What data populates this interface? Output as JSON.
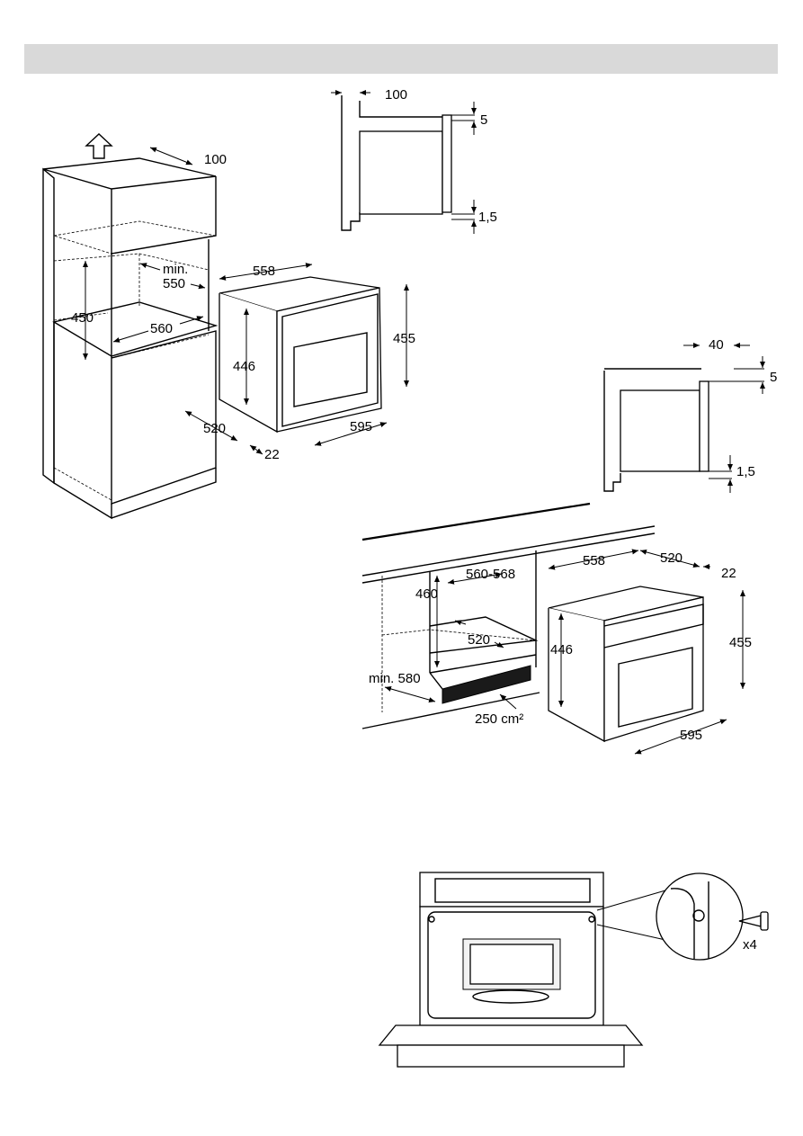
{
  "header": {
    "title": ""
  },
  "tall_cabinet": {
    "top_gap": "100",
    "min_label": "min.",
    "niche_depth": "550",
    "niche_height": "450",
    "niche_width": "560"
  },
  "oven_front": {
    "depth": "558",
    "height_body": "446",
    "height_total": "455",
    "depth_body": "520",
    "door_depth": "22",
    "width": "595"
  },
  "side_detail_top": {
    "top_gap": "100",
    "top_offset": "5",
    "bottom_offset": "1,5"
  },
  "side_detail_right": {
    "top_gap": "40",
    "top_offset": "5",
    "bottom_offset": "1,5"
  },
  "undercounter": {
    "niche_width": "560-568",
    "niche_height": "460",
    "niche_depth": "520",
    "min_depth": "min. 580",
    "vent_area": "250 cm²",
    "oven_depth": "558",
    "oven_depth_body": "520",
    "door_depth": "22",
    "oven_height_body": "446",
    "oven_height_total": "455",
    "oven_width": "595"
  },
  "fixing": {
    "screw_count": "x4"
  }
}
